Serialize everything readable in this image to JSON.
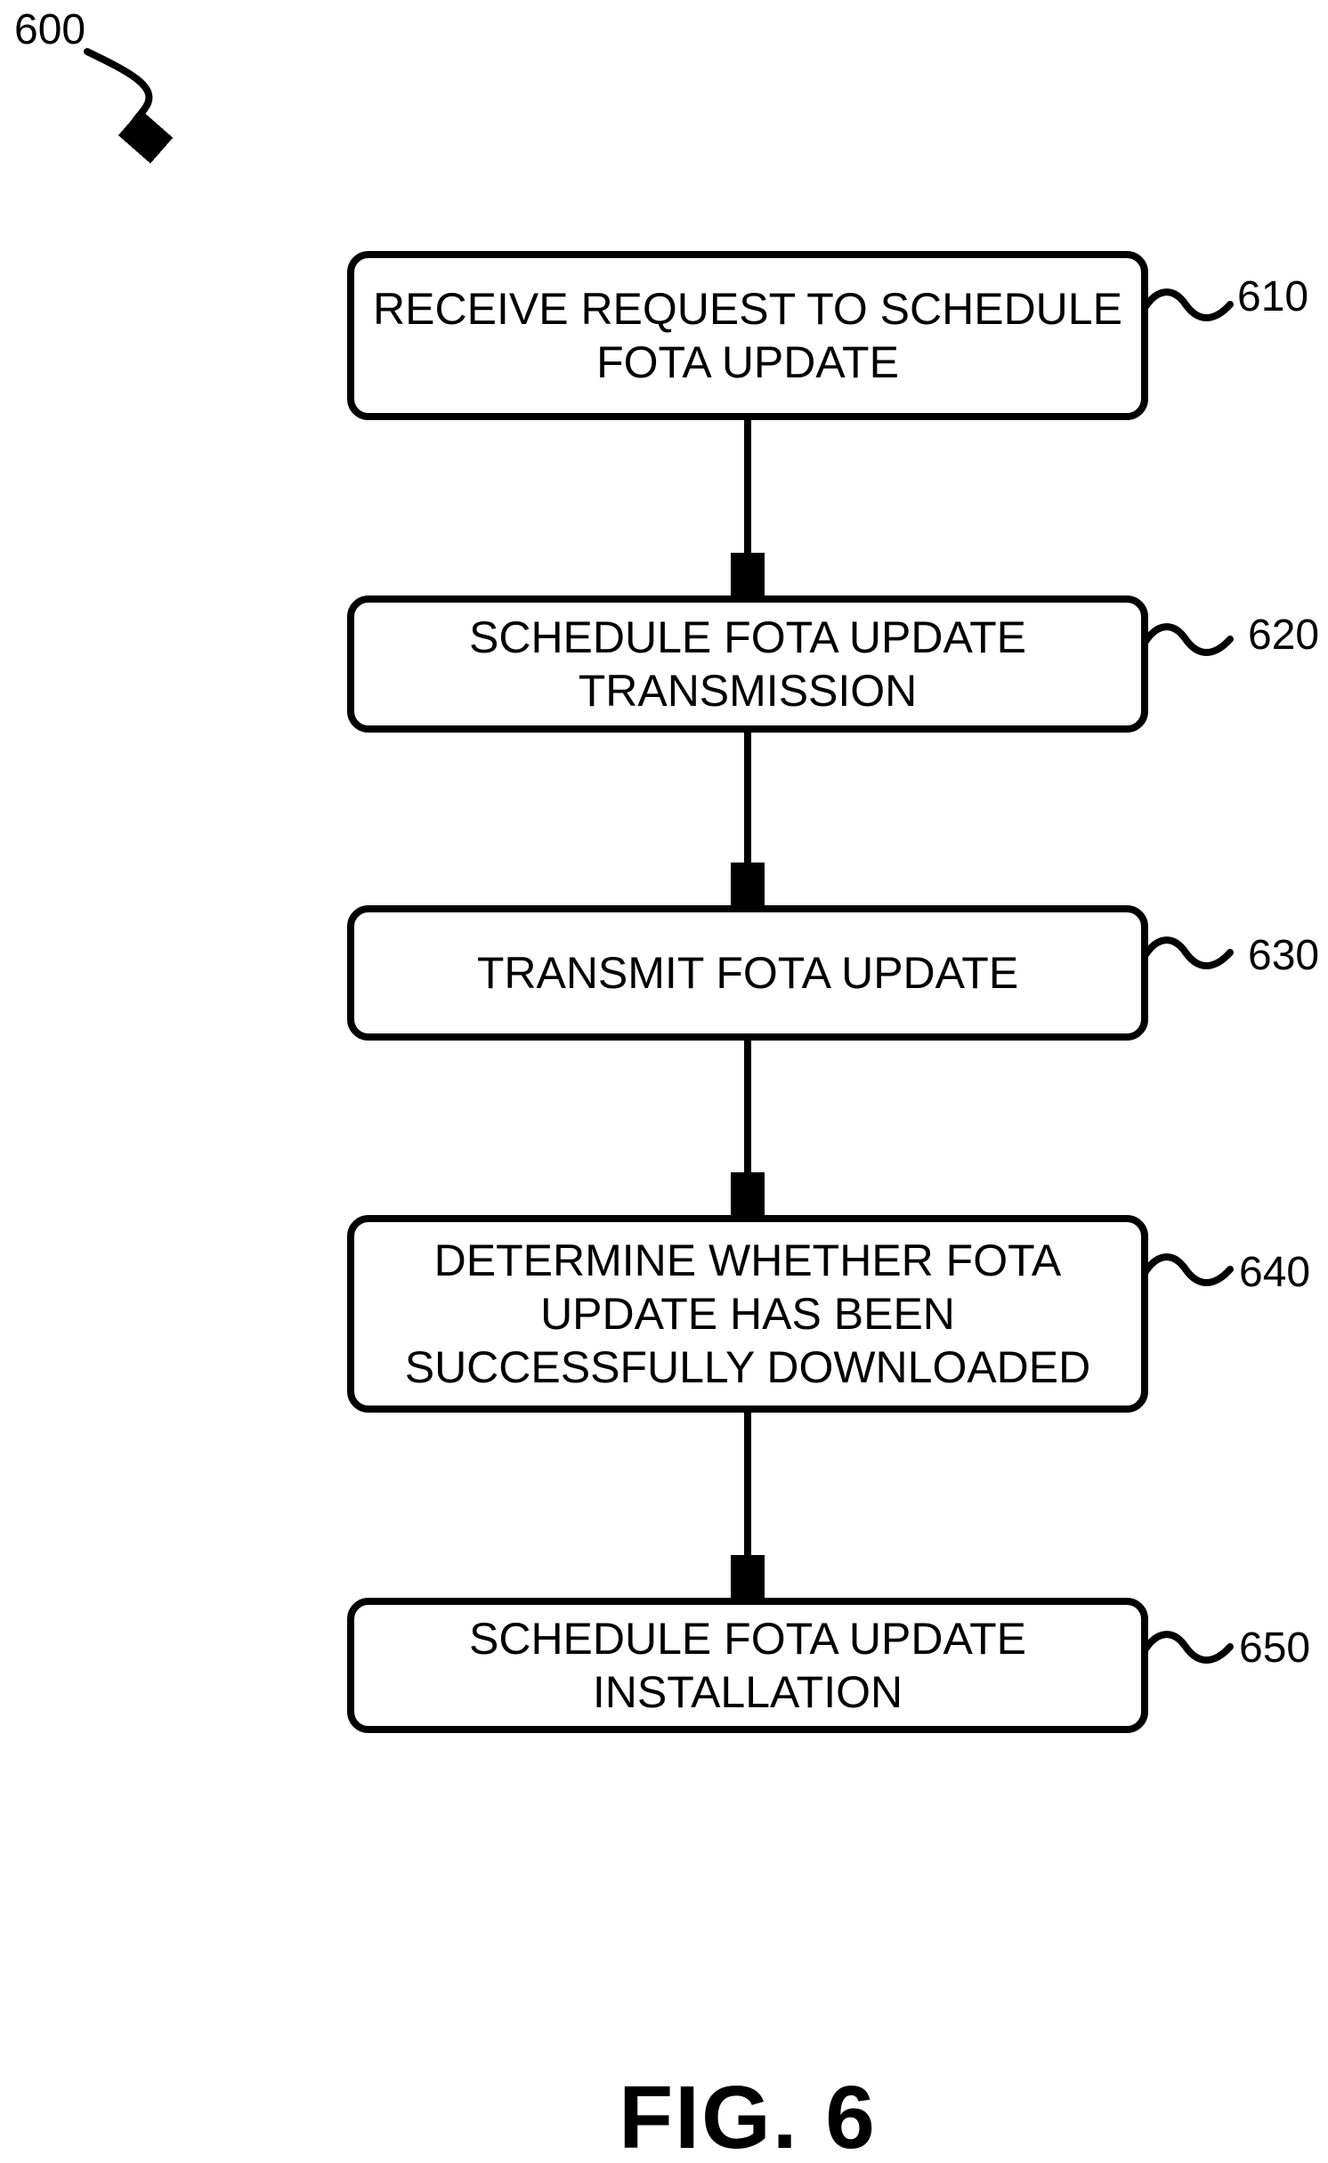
{
  "figure": {
    "reference": "600",
    "caption": "FIG. 6",
    "colors": {
      "ink": "#000000",
      "background": "#ffffff"
    },
    "flow_direction": "top-to-bottom",
    "steps": [
      {
        "id": "610",
        "label": "RECEIVE REQUEST TO SCHEDULE\nFOTA UPDATE"
      },
      {
        "id": "620",
        "label": "SCHEDULE FOTA UPDATE\nTRANSMISSION"
      },
      {
        "id": "630",
        "label": "TRANSMIT FOTA UPDATE"
      },
      {
        "id": "640",
        "label": "DETERMINE WHETHER FOTA\nUPDATE HAS BEEN\nSUCCESSFULLY DOWNLOADED"
      },
      {
        "id": "650",
        "label": "SCHEDULE FOTA UPDATE\nINSTALLATION"
      }
    ]
  }
}
